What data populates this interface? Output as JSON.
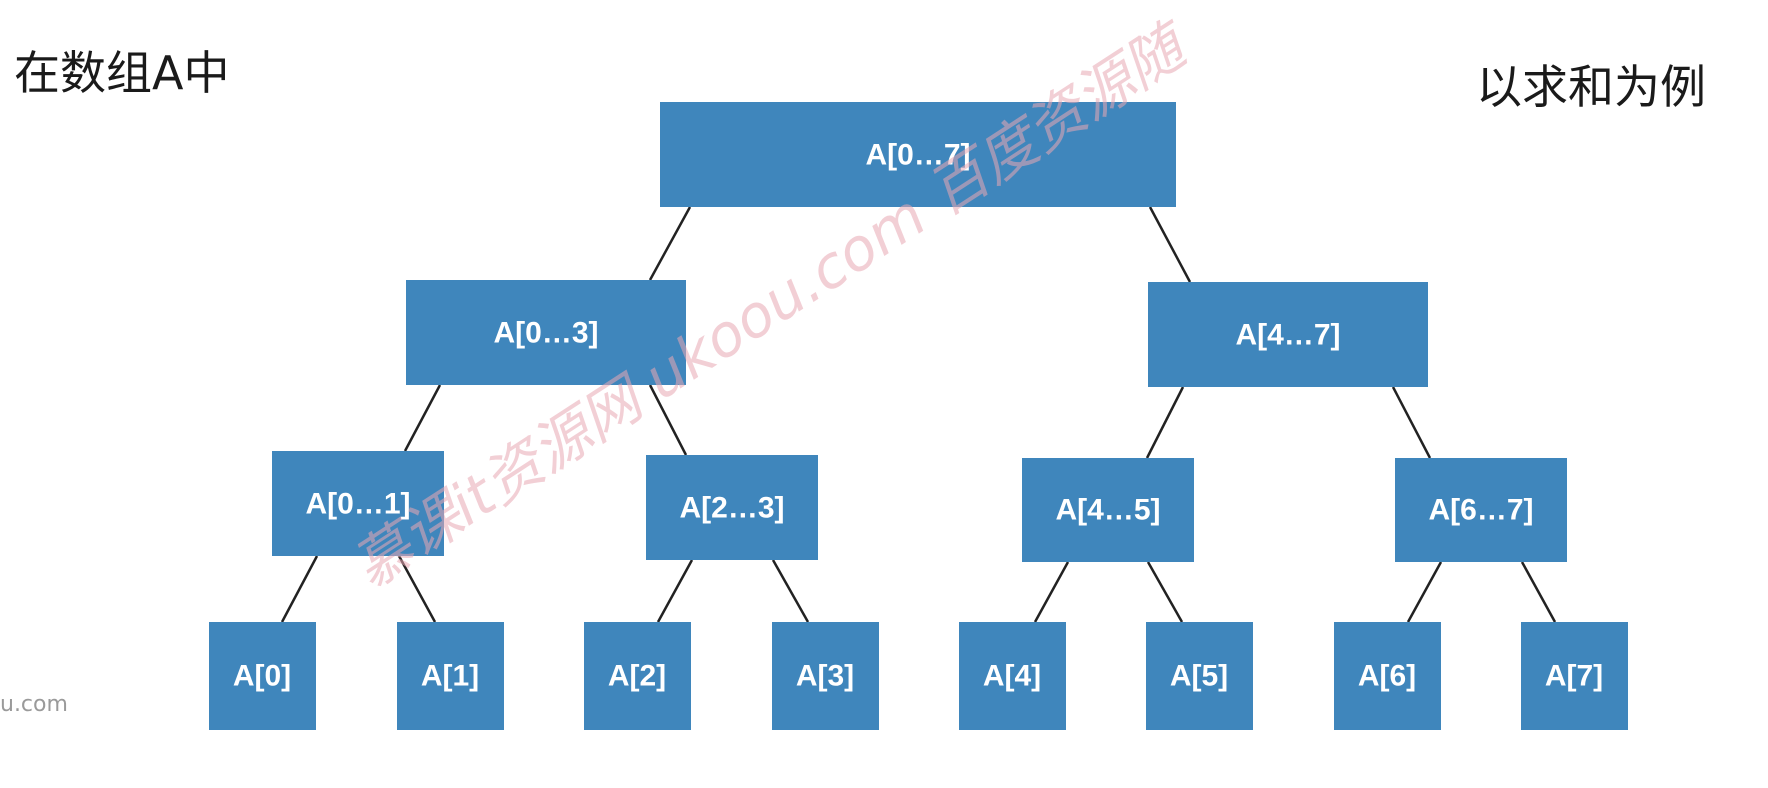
{
  "header": {
    "title_left": "在数组A中",
    "title_right": "以求和为例"
  },
  "tree": {
    "root": "A[0…7]",
    "level1": [
      "A[0…3]",
      "A[4…7]"
    ],
    "level2": [
      "A[0…1]",
      "A[2…3]",
      "A[4…5]",
      "A[6…7]"
    ],
    "leaves": [
      "A[0]",
      "A[1]",
      "A[2]",
      "A[3]",
      "A[4]",
      "A[5]",
      "A[6]",
      "A[7]"
    ]
  },
  "colors": {
    "node_fill": "#3f86bc",
    "node_text": "#ffffff",
    "edge": "#222222"
  },
  "watermark": {
    "diagonal": "慕课it资源网 ukoou.com 百度资源随",
    "corner": "u.com"
  }
}
